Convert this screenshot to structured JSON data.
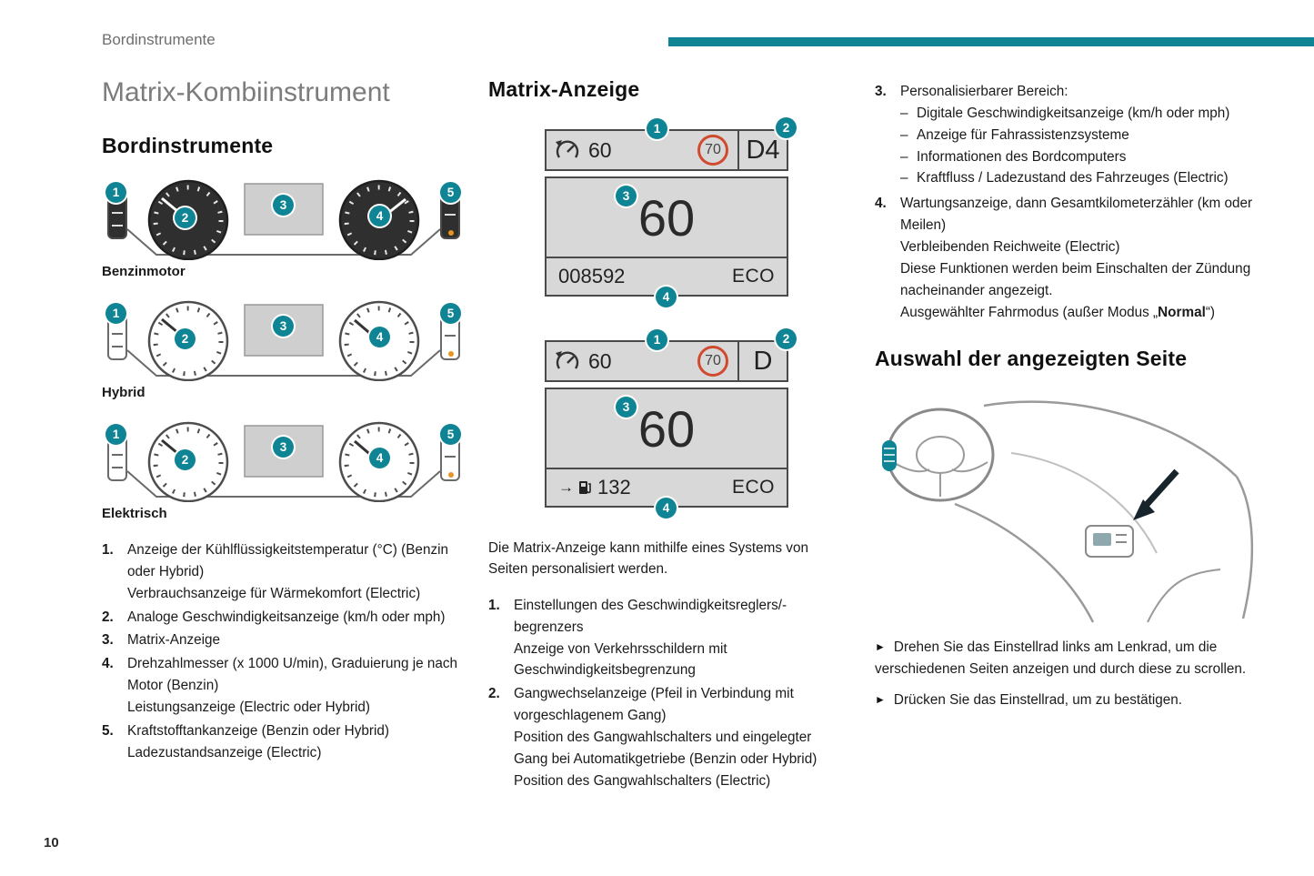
{
  "meta": {
    "colors": {
      "accent": "#0f8494",
      "limit": "#cf4a2e"
    },
    "page_number": "10"
  },
  "header": {
    "running_title": "Bordinstrumente"
  },
  "icons": {
    "dash": "–",
    "fuel_arrow": "→"
  },
  "left": {
    "title": "Matrix-Kombiinstrument",
    "heading": "Bordinstrumente",
    "clusters": [
      {
        "caption": "Benzinmotor",
        "badges": [
          "1",
          "2",
          "3",
          "4",
          "5"
        ]
      },
      {
        "caption": "Hybrid",
        "badges": [
          "1",
          "2",
          "3",
          "4",
          "5"
        ]
      },
      {
        "caption": "Elektrisch",
        "badges": [
          "1",
          "2",
          "3",
          "4",
          "5"
        ]
      }
    ],
    "legend": [
      {
        "num": "1.",
        "text": "Anzeige der Kühlflüssigkeitstemperatur (°C) (Benzin oder Hybrid)\nVerbrauchsanzeige für Wärmekomfort (Electric)"
      },
      {
        "num": "2.",
        "text": "Analoge Geschwindigkeitsanzeige (km/h oder mph)"
      },
      {
        "num": "3.",
        "text": "Matrix-Anzeige"
      },
      {
        "num": "4.",
        "text": "Drehzahlmesser (x 1000 U/min), Graduierung je nach Motor (Benzin)\nLeistungsanzeige (Electric oder Hybrid)"
      },
      {
        "num": "5.",
        "text": "Kraftstofftankanzeige (Benzin oder Hybrid)\nLadezustandsanzeige (Electric)"
      }
    ]
  },
  "middle": {
    "heading": "Matrix-Anzeige",
    "displays": [
      {
        "badges": [
          "1",
          "2",
          "3",
          "4"
        ],
        "speed_small": "60",
        "limit": "70",
        "gear": "D4",
        "speed_big": "60",
        "odometer": "008592",
        "eco": "ECO"
      },
      {
        "badges": [
          "1",
          "2",
          "3",
          "4"
        ],
        "speed_small": "60",
        "limit": "70",
        "gear": "D",
        "speed_big": "60",
        "range": "132",
        "eco": "ECO"
      }
    ],
    "paragraph": "Die Matrix-Anzeige kann mithilfe eines Systems von Seiten personalisiert werden.",
    "legend": [
      {
        "num": "1.",
        "text": "Einstellungen des Geschwindigkeitsreglers/-begrenzers\nAnzeige von Verkehrsschildern mit Geschwindigkeitsbegrenzung"
      },
      {
        "num": "2.",
        "text": "Gangwechselanzeige (Pfeil in Verbindung mit vorgeschlagenem Gang)\nPosition des Gangwahlschalters und eingelegter Gang bei Automatikgetriebe (Benzin oder Hybrid)\nPosition des Gangwahlschalters (Electric)"
      }
    ]
  },
  "right": {
    "legend3": {
      "num": "3.",
      "intro": "Personalisierbarer Bereich:",
      "items": [
        "Digitale Geschwindigkeitsanzeige (km/h oder mph)",
        "Anzeige für Fahrassistenzsysteme",
        "Informationen des Bordcomputers",
        "Kraftfluss / Ladezustand des Fahrzeuges (Electric)"
      ]
    },
    "legend4": {
      "num": "4.",
      "text": "Wartungsanzeige, dann Gesamtkilometerzähler (km oder Meilen)\nVerbleibenden Reichweite (Electric)\nDiese Funktionen werden beim Einschalten der Zündung nacheinander angezeigt.",
      "mode_prefix": "Ausgewählter Fahrmodus (außer Modus „",
      "mode_bold": "Normal",
      "mode_suffix": "“)"
    },
    "heading": "Auswahl der angezeigten Seite",
    "steps": [
      {
        "glyph": "►",
        "text": "Drehen Sie das Einstellrad links am Lenkrad, um die verschiedenen Seiten anzeigen und durch diese zu scrollen."
      },
      {
        "glyph": "►",
        "text": "Drücken Sie das Einstellrad, um zu bestätigen."
      }
    ]
  }
}
